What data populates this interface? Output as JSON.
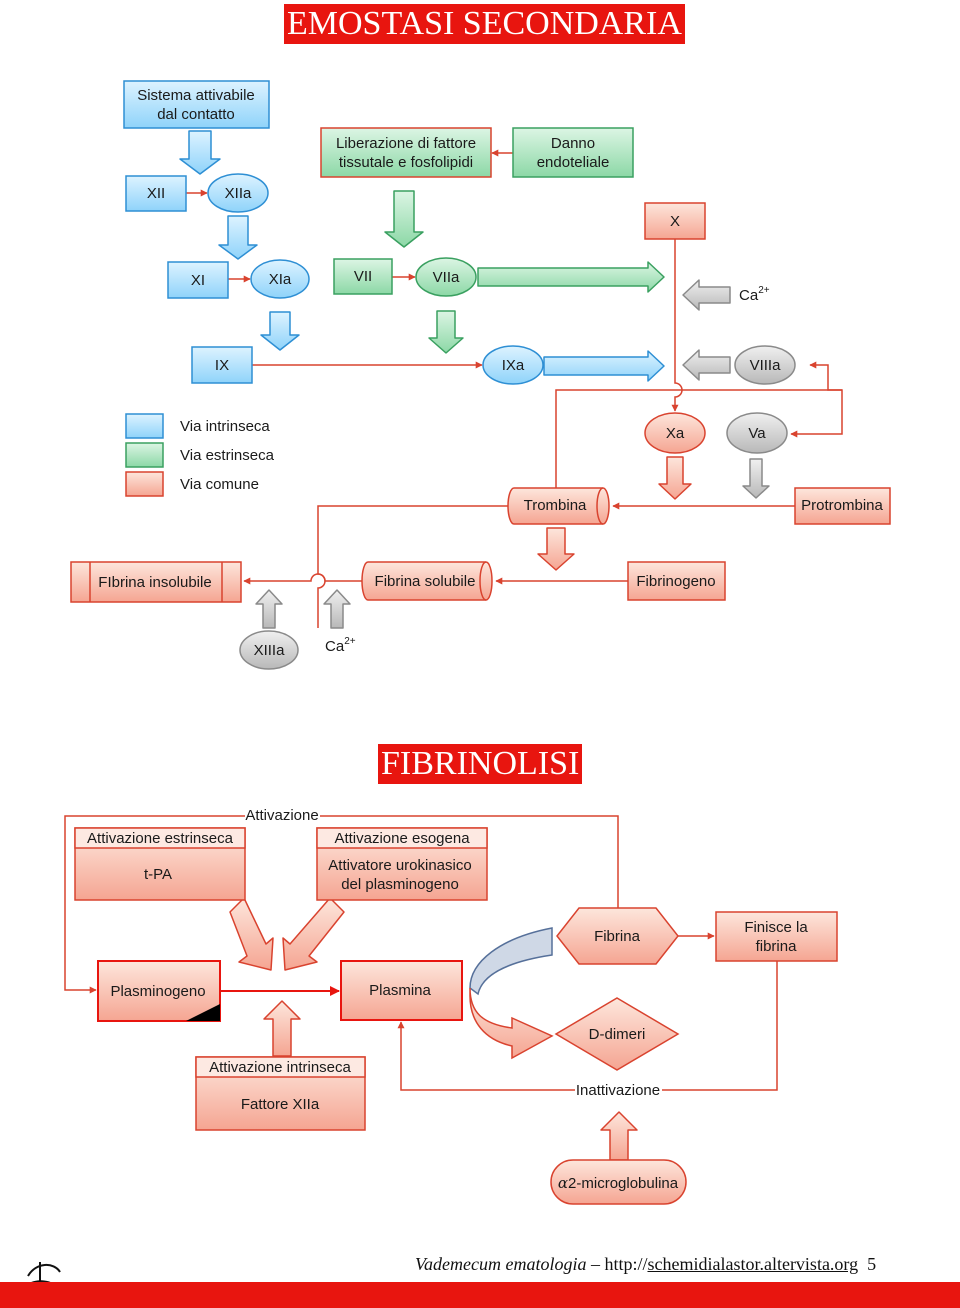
{
  "hemostasis": {
    "title": "EMOSTASI SECONDARIA",
    "contact_system": [
      "Sistema attivabile",
      "dal contatto"
    ],
    "tissue_factor": [
      "Liberazione di fattore",
      "tissutale e fosfolipidi"
    ],
    "endothelial_damage": [
      "Danno",
      "endoteliale"
    ],
    "factors": {
      "xii": "XII",
      "xiia": "XIIa",
      "xi": "XI",
      "xia": "XIa",
      "ix": "IX",
      "ixa": "IXa",
      "vii": "VII",
      "viia": "VIIa",
      "x": "X",
      "xa": "Xa",
      "va": "Va",
      "viiia": "VIIIa",
      "xiiia": "XIIIa"
    },
    "calcium": "Ca",
    "calcium_charge": "2+",
    "thrombin": "Trombina",
    "prothrombin": "Protrombina",
    "fibrinogen": "Fibrinogeno",
    "soluble_fibrin": "Fibrina solubile",
    "insoluble_fibrin": "FIbrina insolubile",
    "legend": [
      {
        "label": "Via intrinseca",
        "color": "#5eb8f0"
      },
      {
        "label": "Via estrinseca",
        "color": "#5ec98a"
      },
      {
        "label": "Via comune",
        "color": "#f5837a"
      }
    ]
  },
  "fibrinolysis": {
    "title": "FIBRINOLISI",
    "activation_label": "Attivazione",
    "extrinsic": {
      "header": "Attivazione estrinseca",
      "body": "t-PA"
    },
    "exogenous": {
      "header": "Attivazione esogena",
      "body": [
        "Attivatore urokinasico",
        "del plasminogeno"
      ]
    },
    "intrinsic": {
      "header": "Attivazione intrinseca",
      "body": "Fattore XIIa"
    },
    "plasminogen": "Plasminogeno",
    "plasmin": "Plasmina",
    "fibrin": "Fibrina",
    "ends_fibrin": [
      "Finisce la",
      "fibrina"
    ],
    "d_dimers": "D-dimeri",
    "inactivation_label": "Inattivazione",
    "alpha2": {
      "symbol": "α",
      "text": "2-microglobulina"
    }
  },
  "footer": {
    "book": "Vademecum ematologia",
    "separator": "–",
    "url_prefix": "http://",
    "url": "schemidialastor.altervista.org",
    "page": "5"
  },
  "colors": {
    "intrinsic_fill": "#aee0fb",
    "extrinsic_fill": "#a8e2bb",
    "common_fill": "#f8c3b2",
    "gray_fill": "#d0d0d0",
    "arrow_red": "#d9432f",
    "title_red": "#e8150f"
  }
}
